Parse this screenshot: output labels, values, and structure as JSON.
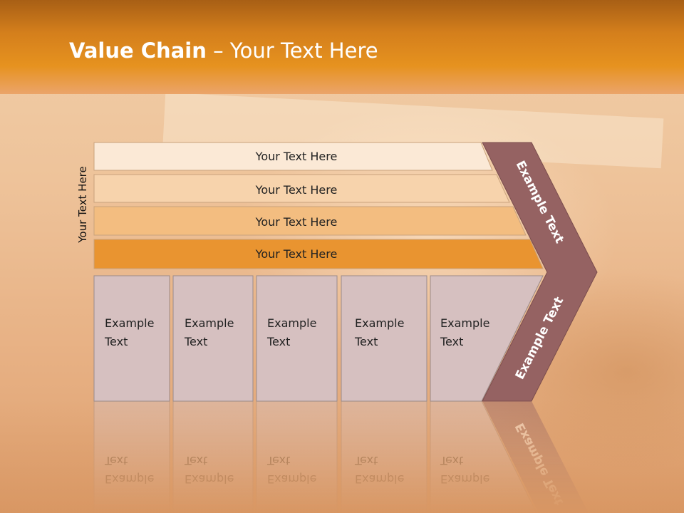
{
  "title": {
    "bold": "Value Chain",
    "rest": " – Your Text Here"
  },
  "side_label": "Your Text Here",
  "bars": [
    {
      "label": "Your Text Here",
      "color": "#fbe9d6"
    },
    {
      "label": "Your Text Here",
      "color": "#f7d3ac"
    },
    {
      "label": "Your Text Here",
      "color": "#f3bd80"
    },
    {
      "label": "Your Text Here",
      "color": "#e99430"
    }
  ],
  "boxes": [
    {
      "line1": "Example",
      "line2": "Text"
    },
    {
      "line1": "Example",
      "line2": "Text"
    },
    {
      "line1": "Example",
      "line2": "Text"
    },
    {
      "line1": "Example",
      "line2": "Text"
    },
    {
      "line1": "Example",
      "line2": "Text"
    }
  ],
  "chevron": {
    "top_text": "Example Text",
    "bottom_text": "Example Text",
    "color": "#956262"
  },
  "box_color": "#d6c0c0"
}
